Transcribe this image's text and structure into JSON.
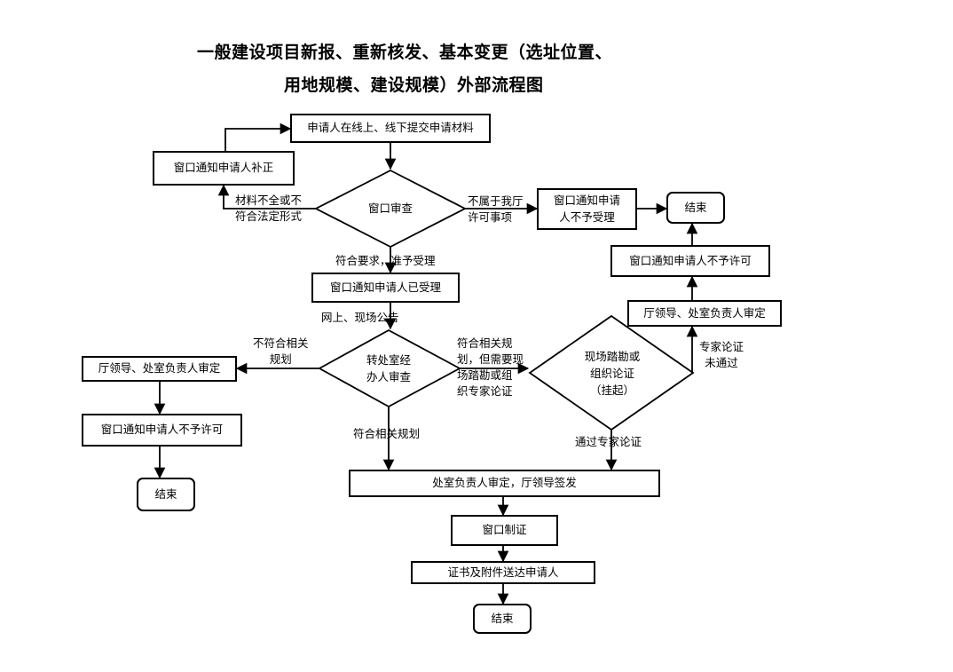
{
  "title": {
    "line1": "一般建设项目新报、重新核发、基本变更（选址位置、",
    "line2": "用地规模、建设规模）外部流程图"
  },
  "nodes": {
    "submit": "申请人在线上、线下提交申请材料",
    "notify_correction": "窗口通知申请人补正",
    "window_review_line1": "窗口审查",
    "notify_reject_1_line1": "窗口通知申请",
    "notify_reject_1_line2": "人不予受理",
    "end_1": "结束",
    "notify_no_permit_right": "窗口通知申请人不予许可",
    "leader_review_right": "厅领导、处室负责人审定",
    "notify_accepted": "窗口通知申请人已受理",
    "transfer_review_line1": "转处室经",
    "transfer_review_line2": "办人审查",
    "site_survey_line1": "现场踏勘或",
    "site_survey_line2": "组织论证",
    "site_survey_line3": "（挂起）",
    "leader_review_left": "厅领导、处室负责人审定",
    "notify_no_permit_left": "窗口通知申请人不予许可",
    "end_2": "结束",
    "final_approval": "处室负责人审定，厅领导签发",
    "issue_certificate": "窗口制证",
    "deliver": "证书及附件送达申请人",
    "end_3": "结束"
  },
  "labels": {
    "incomplete_line1": "材料不全或不",
    "incomplete_line2": "符合法定形式",
    "not_ours_line1": "不属于我厅",
    "not_ours_line2": "许可事项",
    "meets_requirements": "符合要求，准予受理",
    "announce": "网上、现场公告",
    "not_conform_line1": "不符合相关",
    "not_conform_line2": "规划",
    "conform_need_line1": "符合相关规",
    "conform_need_line2": "划，但需要现",
    "conform_need_line3": "场踏勘或组",
    "conform_need_line4": "织专家论证",
    "conform": "符合相关规划",
    "expert_fail_line1": "专家论证",
    "expert_fail_line2": "未通过",
    "expert_pass": "通过专家论证"
  }
}
